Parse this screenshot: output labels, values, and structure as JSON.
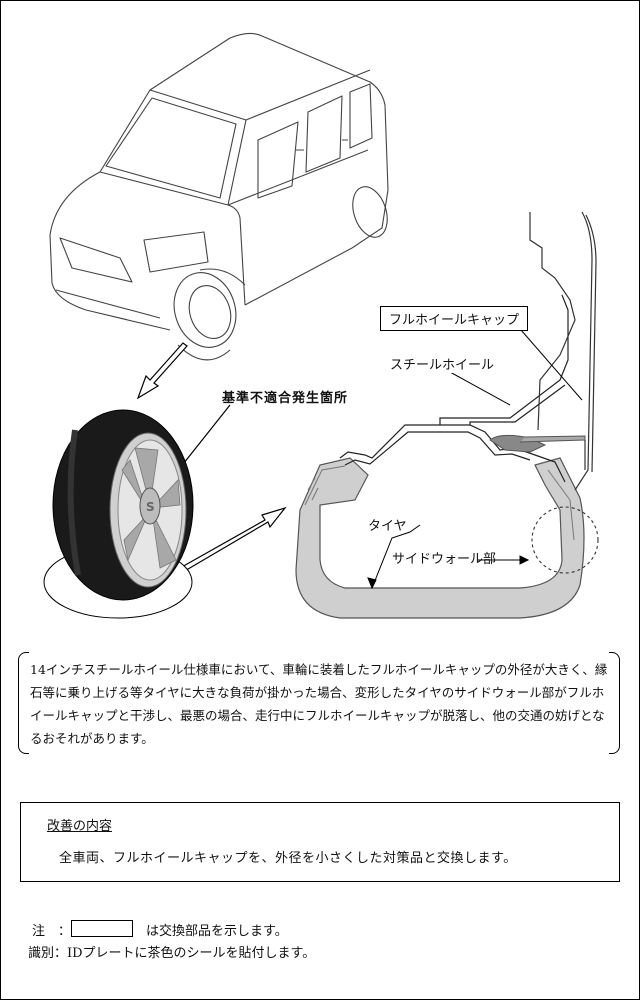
{
  "labels": {
    "hazard_location": "基準不適合発生箇所",
    "full_wheel_cap": "フルホイールキャップ",
    "steel_wheel": "スチールホイール",
    "tire": "タイヤ",
    "sidewall": "サイドウォール部"
  },
  "description": "14インチスチールホイール仕様車において、車輪に装着したフルホイールキャップの外径が大きく、縁石等に乗り上げる等タイヤに大きな負荷が掛かった場合、変形したタイヤのサイドウォール部がフルホイールキャップと干渉し、最悪の場合、走行中にフルホイールキャップが脱落し、他の交通の妨げとなるおそれがあります。",
  "improvement": {
    "title": "改善の内容",
    "body": "全車両、フルホイールキャップを、外径を小さくした対策品と交換します。"
  },
  "notes": {
    "note_label": "注　：",
    "note_text": "は交換部品を示します。",
    "id_text": "識別：IDプレートに茶色のシールを貼付します。"
  }
}
